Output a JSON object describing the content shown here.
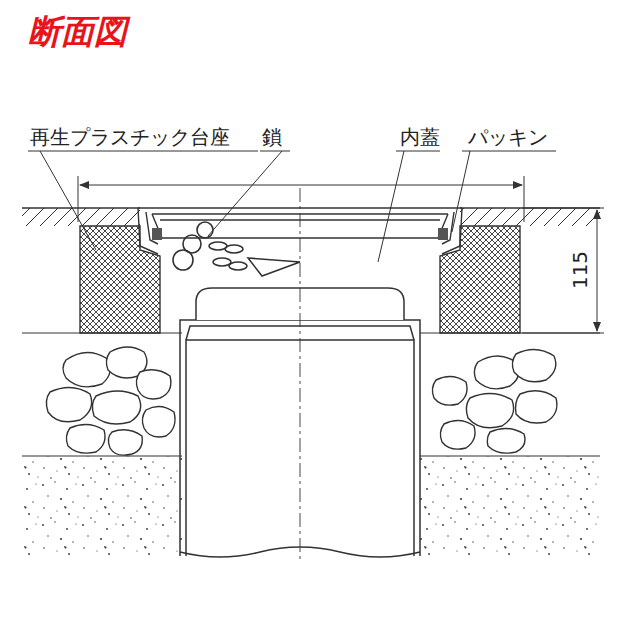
{
  "diagram": {
    "title": "断面図",
    "labels": [
      "再生プラスチック台座",
      "鎖",
      "内蓋",
      "パッキン",
      "115"
    ]
  }
}
